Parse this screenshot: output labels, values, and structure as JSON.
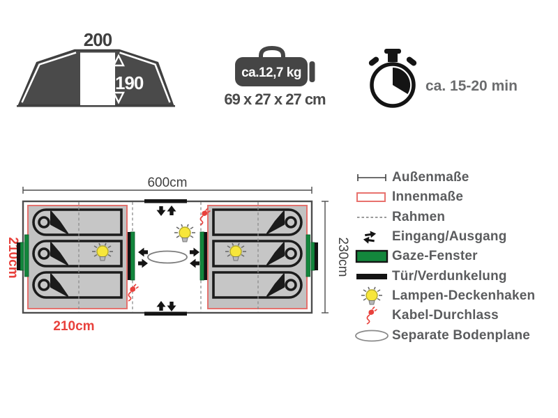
{
  "tent_front": {
    "door_width": "200",
    "door_height": "190"
  },
  "pack": {
    "weight": "ca.12,7 kg",
    "dimensions": "69 x 27 x 27 cm"
  },
  "setup": {
    "time": "ca. 15-20 min"
  },
  "floorplan": {
    "outer_width": "600cm",
    "outer_height": "230cm",
    "cabin_depth_left": "210cm",
    "cabin_width_bottom": "210cm"
  },
  "legend": {
    "items": [
      {
        "key": "aussenmasse",
        "label": "Außenmaße"
      },
      {
        "key": "innenmasse",
        "label": "Innenmaße"
      },
      {
        "key": "rahmen",
        "label": "Rahmen"
      },
      {
        "key": "eingang-ausgang",
        "label": "Eingang/Ausgang"
      },
      {
        "key": "gaze-fenster",
        "label": "Gaze-Fenster"
      },
      {
        "key": "tuer-verdunkelung",
        "label": "Tür/Verdunkelung"
      },
      {
        "key": "lampen-deckenhaken",
        "label": "Lampen-Deckenhaken"
      },
      {
        "key": "kabel-durchlass",
        "label": "Kabel-Durchlass"
      },
      {
        "key": "bodenplane",
        "label": "Separate Bodenplane"
      }
    ]
  },
  "colors": {
    "dark": "#454545",
    "legend_text": "#5b5c5e",
    "red_accent": "#e8413c",
    "green_window": "#13863c",
    "lamp_yellow": "#f7e63b",
    "cabin_gray": "#c2c2c2"
  }
}
